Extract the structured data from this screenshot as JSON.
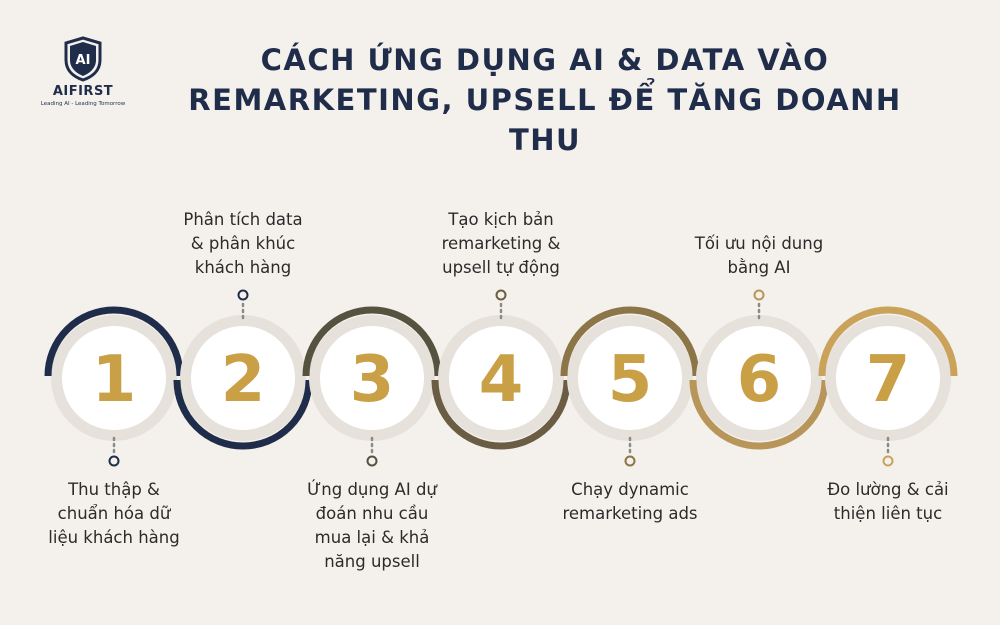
{
  "brand": {
    "logo_mark": "AI",
    "name": "AIFIRST",
    "tagline": "Leading AI - Leading Tomorrow"
  },
  "title": {
    "line1": "CÁCH ỨNG DỤNG AI & DATA VÀO",
    "line2": "REMARKETING, UPSELL ĐỂ TĂNG DOANH THU"
  },
  "colors": {
    "navy": "#1f2d4a",
    "gold": "#c9a35a",
    "number_gold": "#c9a046",
    "background": "#f4f1ec"
  },
  "steps": [
    {
      "number": "1",
      "label_position": "below",
      "ring_color": "#1f2d4a",
      "arc": "top",
      "lines": [
        "Thu thập &",
        "chuẩn hóa dữ",
        "liệu khách hàng"
      ]
    },
    {
      "number": "2",
      "label_position": "above",
      "ring_color": "#1f2d4a",
      "arc": "bottom",
      "lines": [
        "Phân tích data",
        "& phân khúc",
        "khách hàng"
      ]
    },
    {
      "number": "3",
      "label_position": "below",
      "ring_color": "#55533f",
      "arc": "top",
      "lines": [
        "Ứng dụng AI dự",
        "đoán nhu cầu",
        "mua lại & khả",
        "năng upsell"
      ]
    },
    {
      "number": "4",
      "label_position": "above",
      "ring_color": "#6b5d43",
      "arc": "bottom",
      "lines": [
        "Tạo kịch bản",
        "remarketing &",
        "upsell tự động"
      ]
    },
    {
      "number": "5",
      "label_position": "below",
      "ring_color": "#8c7547",
      "arc": "top",
      "lines": [
        "Chạy dynamic",
        "remarketing ads"
      ]
    },
    {
      "number": "6",
      "label_position": "above",
      "ring_color": "#b8965a",
      "arc": "bottom",
      "lines": [
        "Tối ưu nội dung",
        "bằng AI"
      ]
    },
    {
      "number": "7",
      "label_position": "below",
      "ring_color": "#c9a35a",
      "arc": "top",
      "lines": [
        "Đo lường & cải",
        "thiện liên tục"
      ]
    }
  ]
}
